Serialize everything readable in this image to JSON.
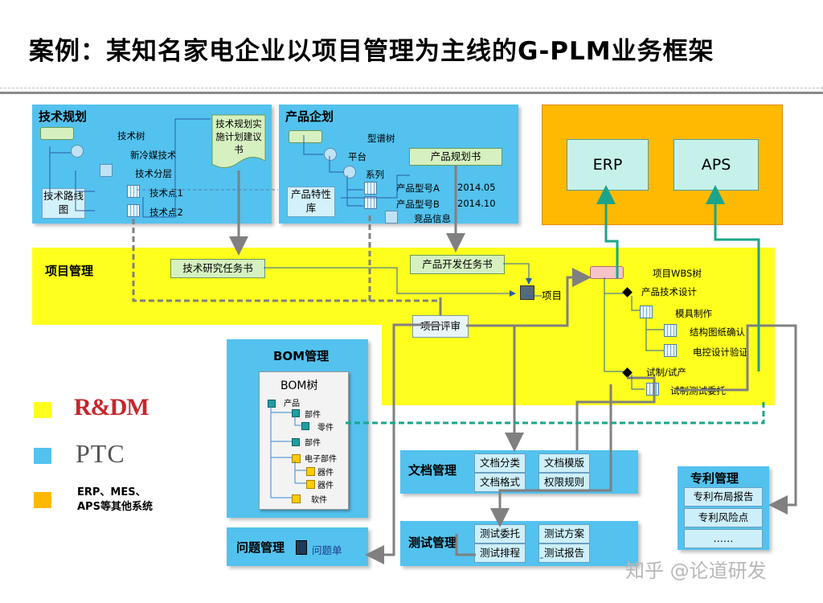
{
  "title": "案例：某知名家电企业以项目管理为主线的G-PLM业务框架",
  "tech_planning": {
    "header": "技术规划",
    "tree": [
      "技术树",
      "新冷媒技术",
      "技术分层",
      "技术点1",
      "技术点2"
    ],
    "roadmap": "技术路线图",
    "plan_doc": "技术规划实施计划建议书"
  },
  "product_planning": {
    "header": "产品企划",
    "tree": [
      "型谱树",
      "平台",
      "系列"
    ],
    "plan_book": "产品规划书",
    "model_a": "产品型号A",
    "model_a_date": "2014.05",
    "model_b": "产品型号B",
    "model_b_date": "2014.10",
    "competitor": "竞品信息",
    "feature_lib": "产品特性库"
  },
  "external": {
    "erp": "ERP",
    "aps": "APS"
  },
  "project_mgmt": {
    "header": "项目管理",
    "research_task": "技术研究任务书",
    "dev_task": "产品开发任务书",
    "project": "项目",
    "review": "项目评审",
    "wbs": "项目WBS树",
    "wbs_items": [
      "产品技术设计",
      "模具制作",
      "结构图纸确认",
      "电控设计验证",
      "试制/试产",
      "试制测试委托"
    ]
  },
  "bom": {
    "header": "BOM管理",
    "tree_title": "BOM树",
    "items": [
      "产品",
      "部件",
      "零件",
      "部件",
      "电子部件",
      "器件",
      "器件",
      "软件"
    ]
  },
  "doc_mgmt": {
    "header": "文档管理",
    "items": [
      "文档分类",
      "文档模版",
      "文档格式",
      "权限规则"
    ]
  },
  "patent_mgmt": {
    "header": "专利管理",
    "items": [
      "专利布局报告",
      "专利风险点",
      "……"
    ]
  },
  "issue_mgmt": {
    "header": "问题管理",
    "item": "问题单"
  },
  "test_mgmt": {
    "header": "测试管理",
    "items": [
      "测试委托",
      "测试方案",
      "测试排程",
      "测试报告"
    ]
  },
  "legend": {
    "rdm_logo": "R&DM",
    "ptc_logo": "PTC",
    "other_label": "ERP、MES、APS等其他系统",
    "colors": {
      "rdm": "#ffff1e",
      "ptc": "#53c2ee",
      "other": "#ffb900"
    }
  },
  "watermark": "知乎 @论道研发"
}
